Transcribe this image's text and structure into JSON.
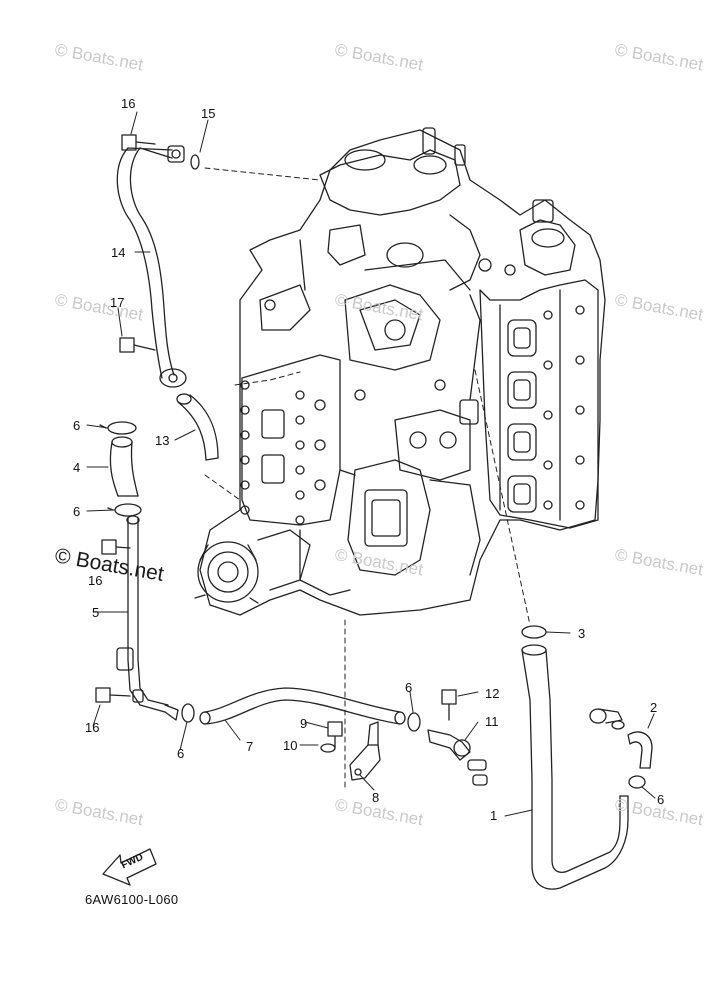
{
  "watermark": "© Boats.net",
  "diagram_code": "6AW6100-L060",
  "fwd_label": "FWD",
  "callouts": [
    {
      "id": "c1",
      "text": "1"
    },
    {
      "id": "c2",
      "text": "2"
    },
    {
      "id": "c3",
      "text": "3"
    },
    {
      "id": "c4",
      "text": "4"
    },
    {
      "id": "c5",
      "text": "5"
    },
    {
      "id": "c6a",
      "text": "6"
    },
    {
      "id": "c6b",
      "text": "6"
    },
    {
      "id": "c6c",
      "text": "6"
    },
    {
      "id": "c6d",
      "text": "6"
    },
    {
      "id": "c6e",
      "text": "6"
    },
    {
      "id": "c7",
      "text": "7"
    },
    {
      "id": "c8",
      "text": "8"
    },
    {
      "id": "c9",
      "text": "9"
    },
    {
      "id": "c10",
      "text": "10"
    },
    {
      "id": "c11",
      "text": "11"
    },
    {
      "id": "c12",
      "text": "12"
    },
    {
      "id": "c13",
      "text": "13"
    },
    {
      "id": "c14",
      "text": "14"
    },
    {
      "id": "c15",
      "text": "15"
    },
    {
      "id": "c16a",
      "text": "16"
    },
    {
      "id": "c16b",
      "text": "16"
    },
    {
      "id": "c16c",
      "text": "16"
    },
    {
      "id": "c17",
      "text": "17"
    }
  ]
}
